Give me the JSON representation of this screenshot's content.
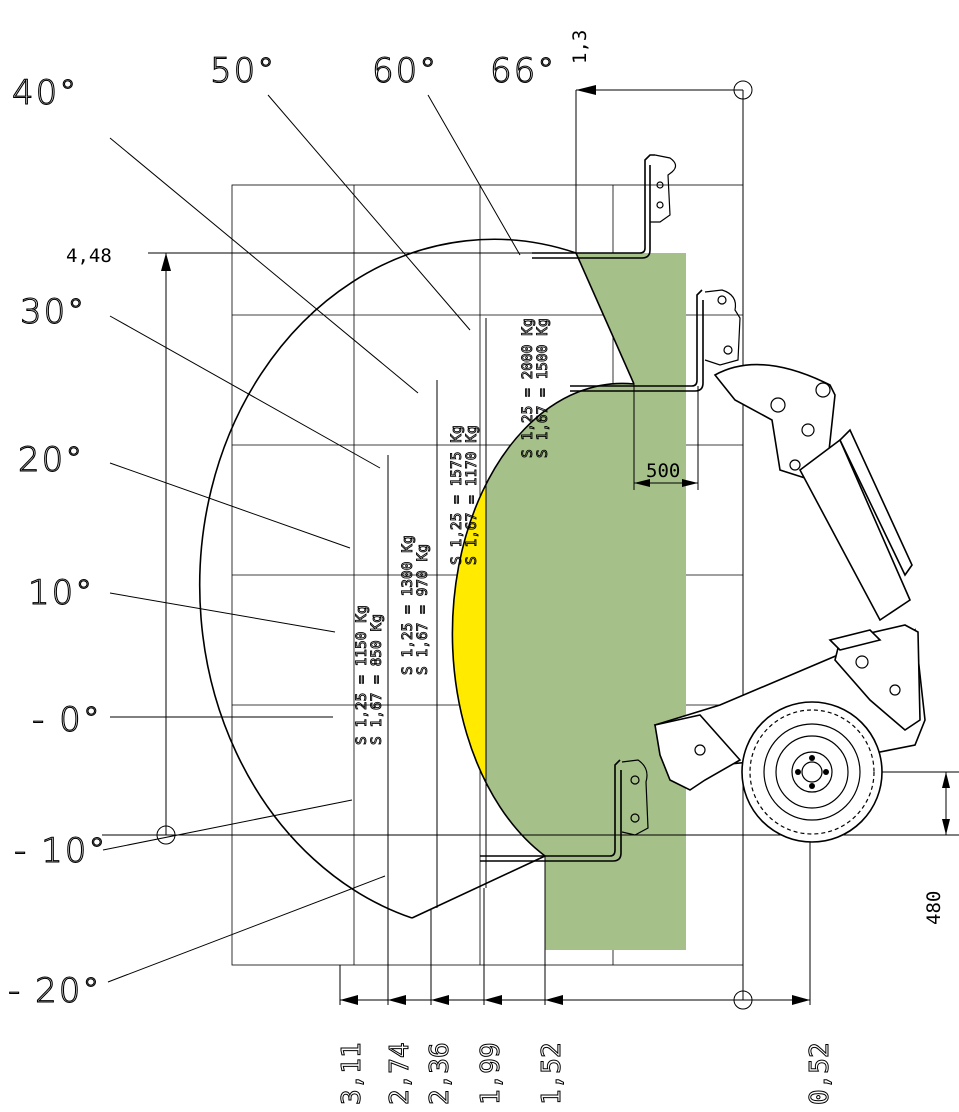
{
  "angles": {
    "a66": "66°",
    "a60": "60°",
    "a50": "50°",
    "a40": "40°",
    "a30": "30°",
    "a20": "20°",
    "a10": "10°",
    "a0": "- 0°",
    "am10": "- 10°",
    "am20": "- 20°"
  },
  "dimensions": {
    "max_height": "4,48",
    "top_offset": "1,3",
    "fork_length": "500",
    "axle_height": "480",
    "reach": [
      "3,11",
      "2,74",
      "2,36",
      "1,99",
      "1,52",
      "0,52"
    ]
  },
  "zones": [
    {
      "color": "#f0906a",
      "s125": "S 1,25 = 1150 Kg",
      "s167": "S 1,67 = 850 Kg"
    },
    {
      "color": "#f6a84a",
      "s125": "S 1,25 = 1300 Kg",
      "s167": "S 1,67 = 970 Kg"
    },
    {
      "color": "#ffea00",
      "s125": "S 1,25 = 1575 Kg",
      "s167": "S 1,67 = 1170 Kg"
    },
    {
      "color": "#a6c08a",
      "s125": "S 1,25 = 2000 Kg",
      "s167": "S 1,67 = 1500 Kg"
    }
  ]
}
